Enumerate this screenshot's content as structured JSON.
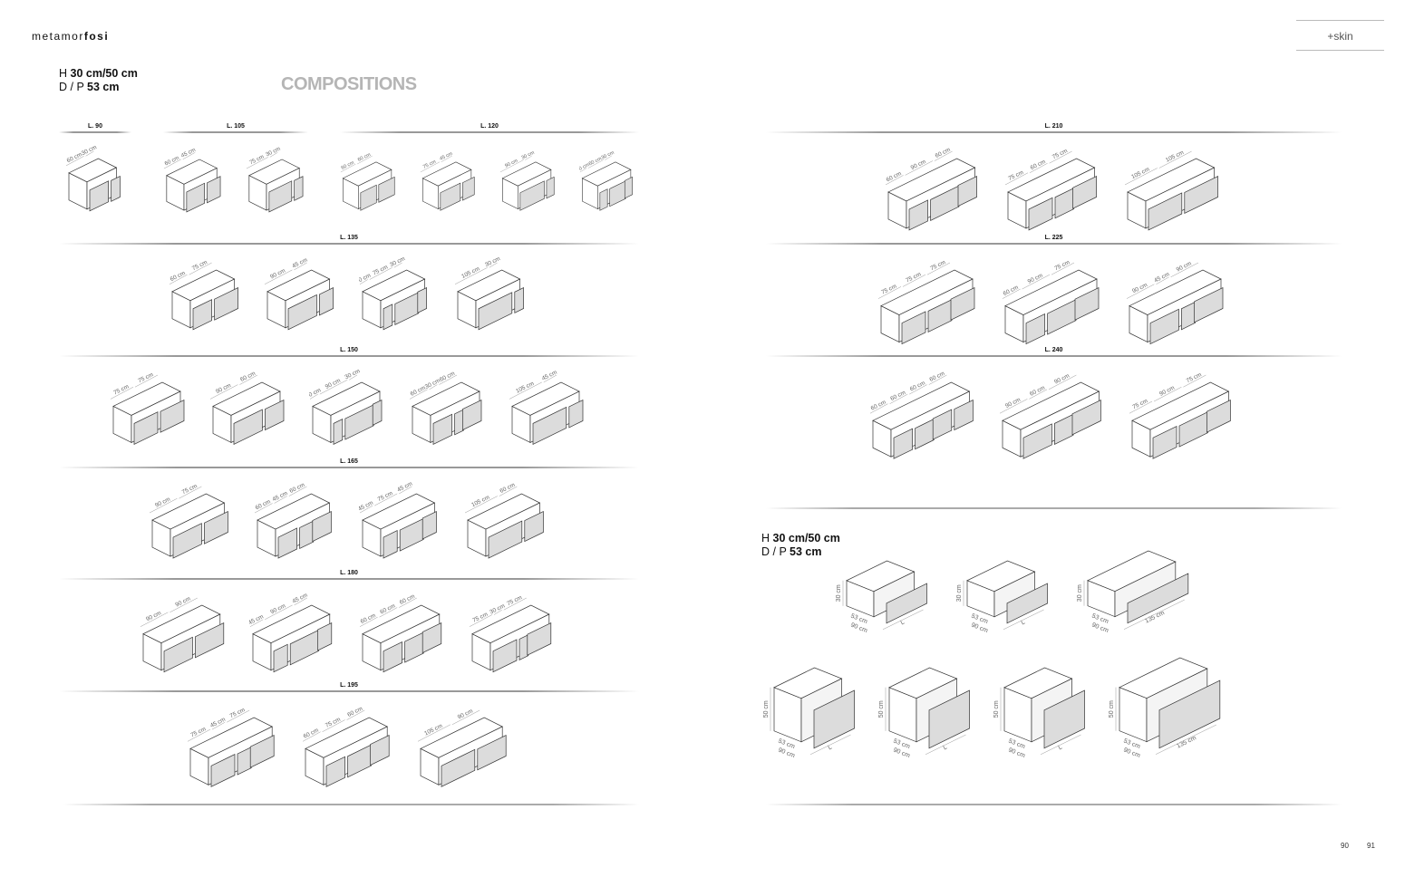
{
  "brand": {
    "light": "metamor",
    "bold": "fosi"
  },
  "skin_label": "+skin",
  "specs": {
    "h_prefix": "H",
    "h_value": "30 cm/50 cm",
    "d_prefix": "D / P",
    "d_value": "53 cm"
  },
  "title": "COMPOSITIONS",
  "left": {
    "top_row": [
      {
        "label": "L. 90",
        "modules": [
          [
            "60 cm",
            "30 cm"
          ]
        ]
      },
      {
        "label": "L. 105",
        "modules": [
          [
            "60 cm",
            "45 cm"
          ],
          [
            "75 cm",
            "30 cm"
          ]
        ]
      },
      {
        "label": "L. 120",
        "modules": [
          [
            "60 cm",
            "60 cm"
          ],
          [
            "75 cm",
            "45 cm"
          ],
          [
            "90 cm",
            "30 cm"
          ],
          [
            "30 cm",
            "60 cm",
            "30 cm"
          ]
        ]
      }
    ],
    "sections": [
      {
        "label": "L. 135",
        "modules": [
          [
            "60 cm",
            "75 cm"
          ],
          [
            "90 cm",
            "45 cm"
          ],
          [
            "30 cm",
            "75 cm",
            "30 cm"
          ],
          [
            "105 cm",
            "30 cm"
          ]
        ]
      },
      {
        "label": "L. 150",
        "modules": [
          [
            "75 cm",
            "75 cm"
          ],
          [
            "90 cm",
            "60 cm"
          ],
          [
            "30 cm",
            "90 cm",
            "30 cm"
          ],
          [
            "60 cm",
            "30 cm",
            "60 cm"
          ],
          [
            "105 cm",
            "45 cm"
          ]
        ]
      },
      {
        "label": "L. 165",
        "modules": [
          [
            "90 cm",
            "75 cm"
          ],
          [
            "60 cm",
            "45 cm",
            "60 cm"
          ],
          [
            "45 cm",
            "75 cm",
            "45 cm"
          ],
          [
            "105 cm",
            "60 cm"
          ]
        ]
      },
      {
        "label": "L. 180",
        "modules": [
          [
            "90 cm",
            "90 cm"
          ],
          [
            "45 cm",
            "90 cm",
            "45 cm"
          ],
          [
            "60 cm",
            "60 cm",
            "60 cm"
          ],
          [
            "75 cm",
            "30 cm",
            "75 cm"
          ]
        ]
      },
      {
        "label": "L. 195",
        "modules": [
          [
            "75 cm",
            "45 cm",
            "75 cm"
          ],
          [
            "60 cm",
            "75 cm",
            "60 cm"
          ],
          [
            "105 cm",
            "90 cm"
          ]
        ]
      }
    ]
  },
  "right": {
    "sections": [
      {
        "label": "L. 210",
        "modules": [
          [
            "60 cm",
            "90 cm",
            "60 cm"
          ],
          [
            "75 cm",
            "60 cm",
            "75 cm"
          ],
          [
            "105 cm",
            "105 cm"
          ]
        ]
      },
      {
        "label": "L. 225",
        "modules": [
          [
            "75 cm",
            "75 cm",
            "75 cm"
          ],
          [
            "60 cm",
            "90 cm",
            "75 cm"
          ],
          [
            "90 cm",
            "45 cm",
            "90 cm"
          ]
        ]
      },
      {
        "label": "L. 240",
        "modules": [
          [
            "60 cm",
            "60 cm",
            "60 cm",
            "60 cm"
          ],
          [
            "90 cm",
            "60 cm",
            "90 cm"
          ],
          [
            "75 cm",
            "90 cm",
            "75 cm"
          ]
        ]
      }
    ],
    "modules_30": [
      {
        "h": "30 cm",
        "d": "53 cm",
        "w": "90 cm",
        "l": "L"
      },
      {
        "h": "30 cm",
        "d": "53 cm",
        "w": "90 cm",
        "l": "L"
      },
      {
        "h": "30 cm",
        "d": "53 cm",
        "w": "90 cm",
        "l": "135 cm"
      }
    ],
    "modules_50": [
      {
        "h": "50 cm",
        "d": "53 cm",
        "w": "90 cm",
        "l": "L"
      },
      {
        "h": "50 cm",
        "d": "53 cm",
        "w": "90 cm",
        "l": "L"
      },
      {
        "h": "50 cm",
        "d": "53 cm",
        "w": "90 cm",
        "l": "L"
      },
      {
        "h": "50 cm",
        "d": "53 cm",
        "w": "90 cm",
        "l": "135 cm"
      }
    ]
  },
  "page_numbers": {
    "left": "90",
    "right": "91"
  }
}
